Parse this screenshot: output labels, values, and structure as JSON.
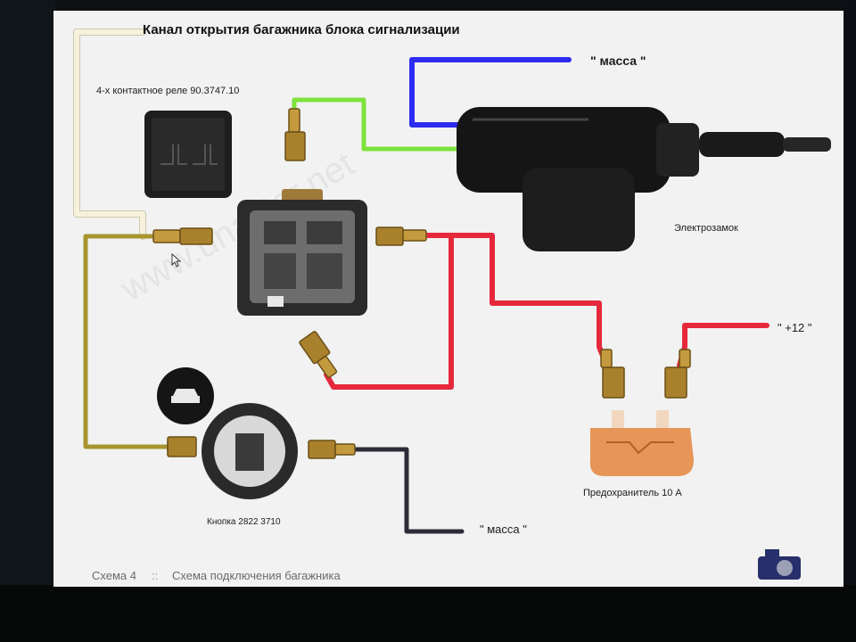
{
  "diagram": {
    "title": "Канал открытия багажника блока сигнализации",
    "relay_label": "4-х контактное реле 90.3747.10",
    "massa_top_label": "\" масса \"",
    "lock_label": "Электрозамок",
    "plus12_label": "\" +12 \"",
    "fuse_label": "Предохранитель 10 А",
    "button_label": "Кнопка 2822 3710",
    "massa_bottom_label": "\" масса \"",
    "watermark_text": "www.unavtar.net"
  },
  "footer": {
    "schema_label": "Схема 4",
    "separator": "::",
    "caption": "Схема подключения багажника"
  },
  "icons": {
    "camera": "camera-icon",
    "cursor": "mouse-pointer-icon",
    "trunk": "car-trunk-icon"
  },
  "colors": {
    "screen_background": "#f1f2f1",
    "wire_cream": "#f6f1dc",
    "wire_olive": "#a89530",
    "wire_green": "#7ee23c",
    "wire_blue": "#2c2cf2",
    "wire_red": "#e6283c",
    "wire_black": "#2c2c38",
    "fuse_orange": "#e79558"
  }
}
